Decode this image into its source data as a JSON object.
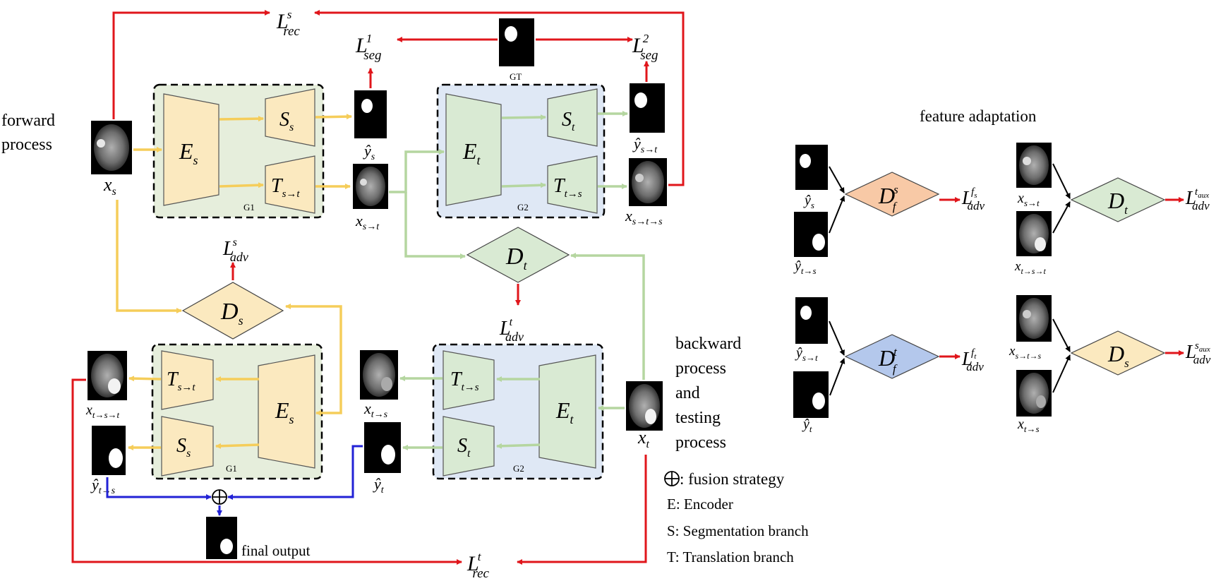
{
  "process": {
    "forward": [
      "forward",
      "process"
    ],
    "backward": [
      "backward",
      "process",
      "and",
      "testing",
      "process"
    ],
    "feature_adaptation": "feature adaptation",
    "final_output": "final output"
  },
  "groups": {
    "g1": "G1",
    "g2": "G2",
    "gt": "GT"
  },
  "modules": {
    "E": "E",
    "S": "S",
    "T": "T",
    "D": "D",
    "s": "s",
    "t": "t",
    "f": "f",
    "s_to_t": "s→t",
    "t_to_s": "t→s"
  },
  "images": {
    "x": "x",
    "y_hat": "ŷ",
    "sub_s": "s",
    "sub_t": "t",
    "sub_st": "s→t",
    "sub_ts": "t→s",
    "sub_sts": "s→t→s",
    "sub_tst": "t→s→t"
  },
  "losses": {
    "L": "L",
    "rec": "rec",
    "seg": "seg",
    "adv": "adv",
    "sup_s": "s",
    "sup_t": "t",
    "sup_1": "1",
    "sup_2": "2",
    "sup_fs": "f",
    "sup_fs_sub": "s",
    "sup_ft": "f",
    "sup_ft_sub": "t",
    "sup_taux": "t",
    "sup_saux": "s",
    "aux": "aux"
  },
  "legend": {
    "fusion": ": fusion strategy",
    "encoder": "E:  Encoder",
    "segmentation": "S:  Segmentation branch",
    "translation": "T:  Translation branch"
  },
  "colors": {
    "red": "#e0161b",
    "yellow": "#f5cd5a",
    "green_line": "#b5d6a0",
    "blue": "#2222d6",
    "g1_bg": "#e6eedc",
    "g2_bg": "#dfe8f5",
    "yellow_fill": "#fbe9bf",
    "green_fill": "#d9ead3",
    "orange_fill": "#f8c9a6",
    "blue_fill": "#b4c8ec"
  }
}
